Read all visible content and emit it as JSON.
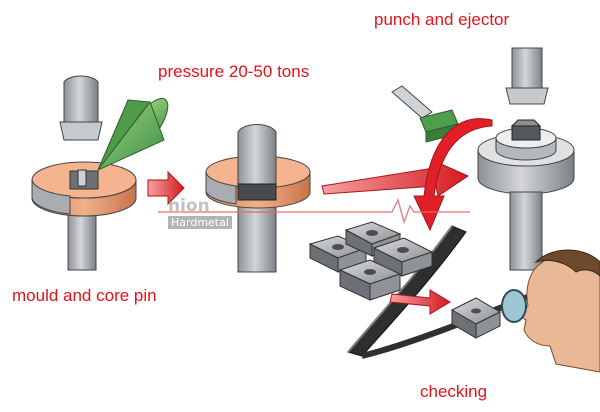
{
  "labels": {
    "pressure": "pressure 20-50 tons",
    "punch_ejector": "punch and ejector",
    "mould_core": "mould and core pin",
    "checking": "checking"
  },
  "watermark": {
    "brand": "nion",
    "sub": "Hardmetal"
  },
  "colors": {
    "label_text": "#e8101a",
    "arrow_red": "#e11f26",
    "mould_copper": "#e79a6c",
    "steel": "#b9bcc0",
    "funnel_green": "#5fae5a",
    "belt_dark": "#3c3c3e",
    "watermark_red": "#e06a6a",
    "watermark_grey": "#a7a7a7"
  }
}
